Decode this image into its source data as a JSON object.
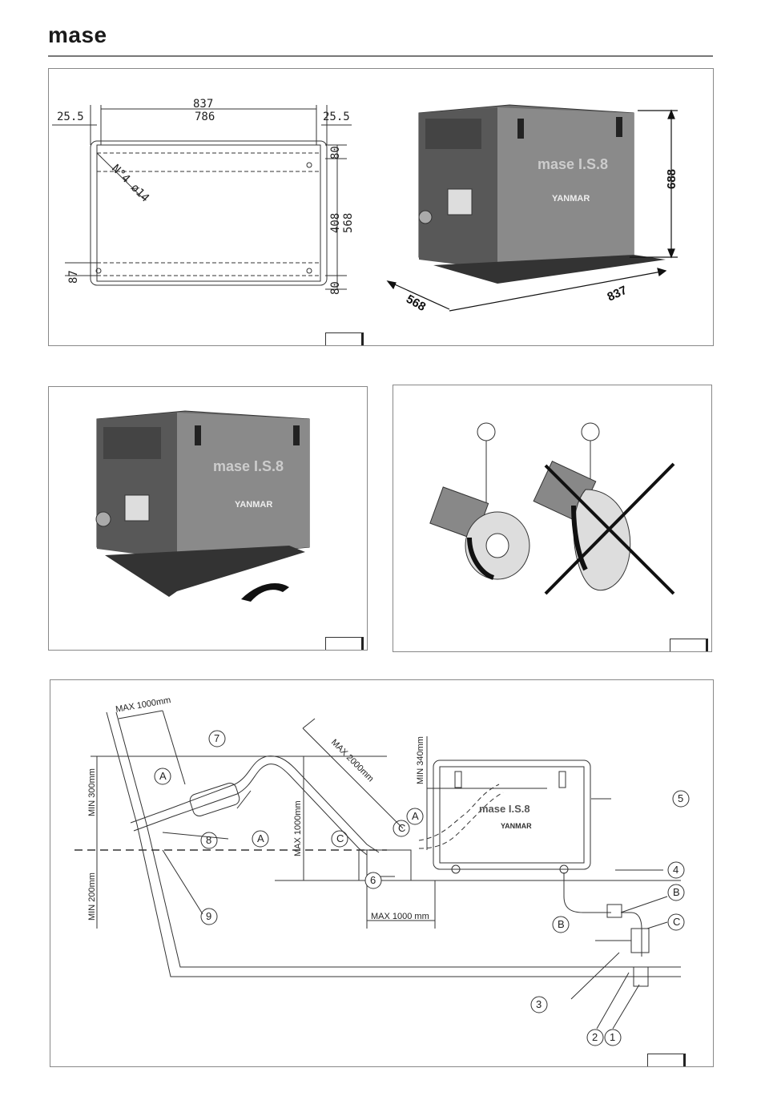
{
  "header": {
    "brand": "mase"
  },
  "figure1": {
    "drawing": {
      "overall_width": "837",
      "inner_width": "786",
      "offset_left": "25.5",
      "offset_right": "25.5",
      "holes_note": "N°4 ø14",
      "height_inner": "408",
      "height_outer": "568",
      "edge_top": "80",
      "edge_bottom": "80",
      "foot": "87"
    },
    "photo": {
      "brand_mark": "mase I.S.8",
      "engine_brand": "YANMAR",
      "dim_height": "688",
      "dim_depth": "568",
      "dim_width": "837"
    }
  },
  "figure2": {
    "brand_mark": "mase I.S.8",
    "engine_brand": "YANMAR"
  },
  "figure3": {
    "good_label": "",
    "bad_label": ""
  },
  "figure4": {
    "max_1000_top": "MAX 1000mm",
    "min_300": "MIN 300mm",
    "max_2000": "MAX 2000mm",
    "min_340": "MIN 340mm",
    "max_1000_vert": "MAX 1000mm",
    "min_200": "MIN 200mm",
    "max_1000_bottom": "MAX 1000 mm",
    "unit_mark": "mase I.S.8",
    "unit_engine": "YANMAR",
    "callouts": {
      "c1": "1",
      "c2": "2",
      "c3": "3",
      "c4": "4",
      "c5": "5",
      "c6": "6",
      "c7": "7",
      "c8": "8",
      "c9": "9",
      "A1": "A",
      "A2": "A",
      "A3": "A",
      "B1": "B",
      "B2": "B",
      "C1": "C",
      "C2": "C",
      "C3": "C"
    }
  }
}
